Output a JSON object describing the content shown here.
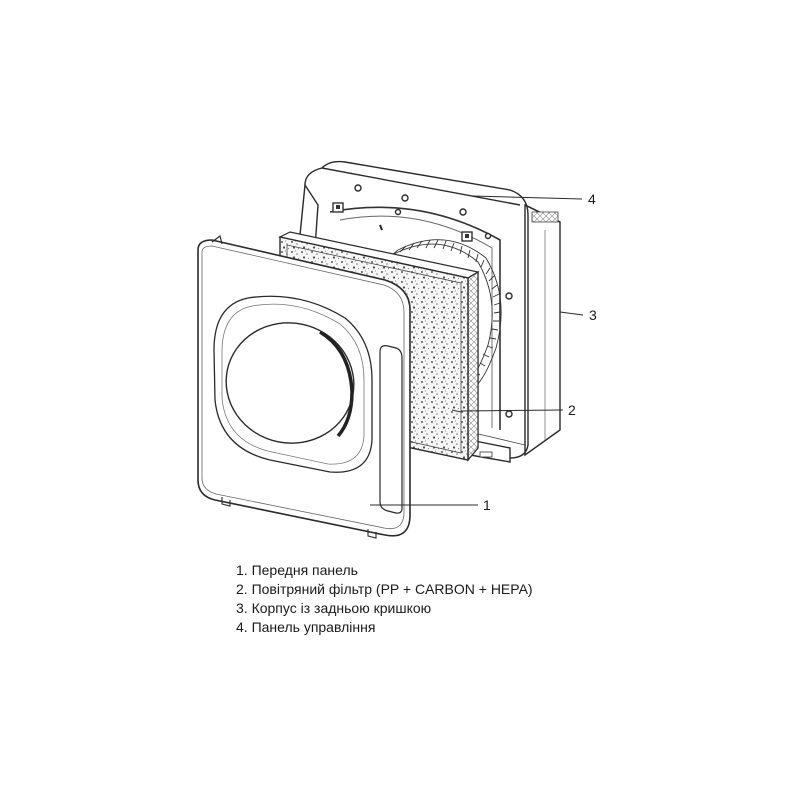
{
  "callouts": {
    "front_panel": "1",
    "air_filter": "2",
    "housing": "3",
    "control_panel": "4"
  },
  "legend": [
    "1. Передня панель",
    "2. Повітряний фільтр (PP + CARBON + HEPA)",
    "3. Корпус із задньою кришкою",
    "4. Панель управління"
  ]
}
